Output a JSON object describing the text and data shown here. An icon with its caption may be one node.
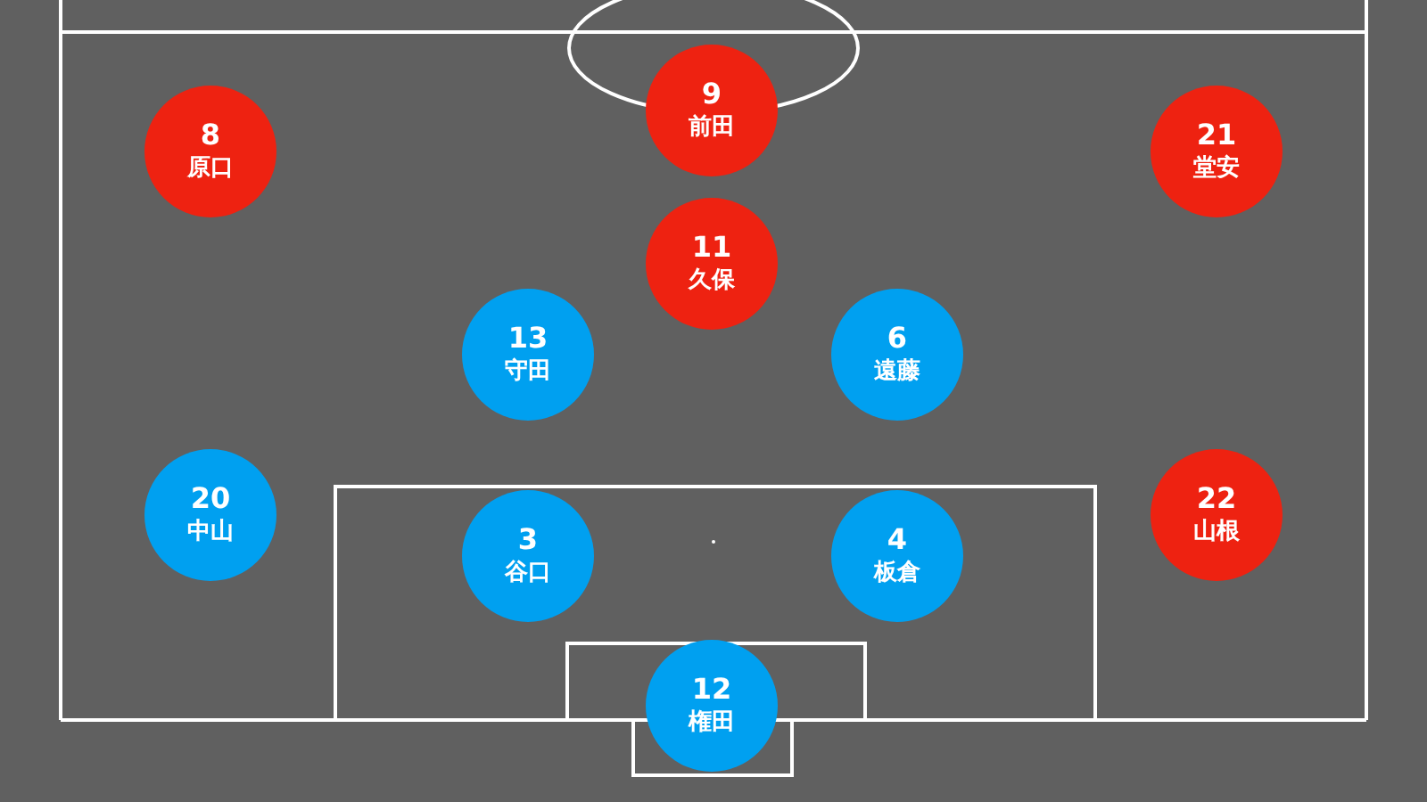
{
  "diagram": {
    "nodes": [
      {
        "text": [
          "9",
          "前田"
        ]
      },
      {
        "text": [
          "8",
          "原口"
        ]
      },
      {
        "text": [
          "21",
          "堂安"
        ]
      },
      {
        "text": [
          "11",
          "久保"
        ]
      },
      {
        "text": [
          "13",
          "守田"
        ]
      },
      {
        "text": [
          "6",
          "遠藤"
        ]
      },
      {
        "text": [
          "20",
          "中山"
        ]
      },
      {
        "text": [
          "22",
          "山根"
        ]
      },
      {
        "text": [
          "3",
          "谷口"
        ]
      },
      {
        "text": [
          "4",
          "板倉"
        ]
      },
      {
        "text": [
          "12",
          "権田"
        ]
      }
    ]
  }
}
